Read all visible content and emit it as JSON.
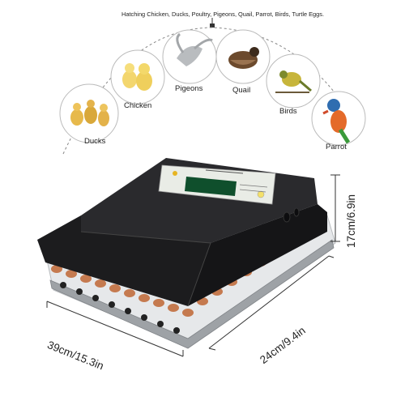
{
  "header": "Hatching Chicken, Ducks, Poultry, Pigeons, Quail, Parrot, Birds, Turtle Eggs.",
  "birds": [
    {
      "name": "Ducks"
    },
    {
      "name": "Chicken"
    },
    {
      "name": "Pigeons"
    },
    {
      "name": "Quail"
    },
    {
      "name": "Birds"
    },
    {
      "name": "Parrot"
    }
  ],
  "dimensions": {
    "width": "39cm/15.3in",
    "depth": "24cm/9.4in",
    "height": "17cm/6.9in"
  },
  "colors": {
    "lid": "#1c1c1e",
    "egg": "#c57a4f",
    "panel": "#e9ece6",
    "screen": "#0f4f2c"
  }
}
